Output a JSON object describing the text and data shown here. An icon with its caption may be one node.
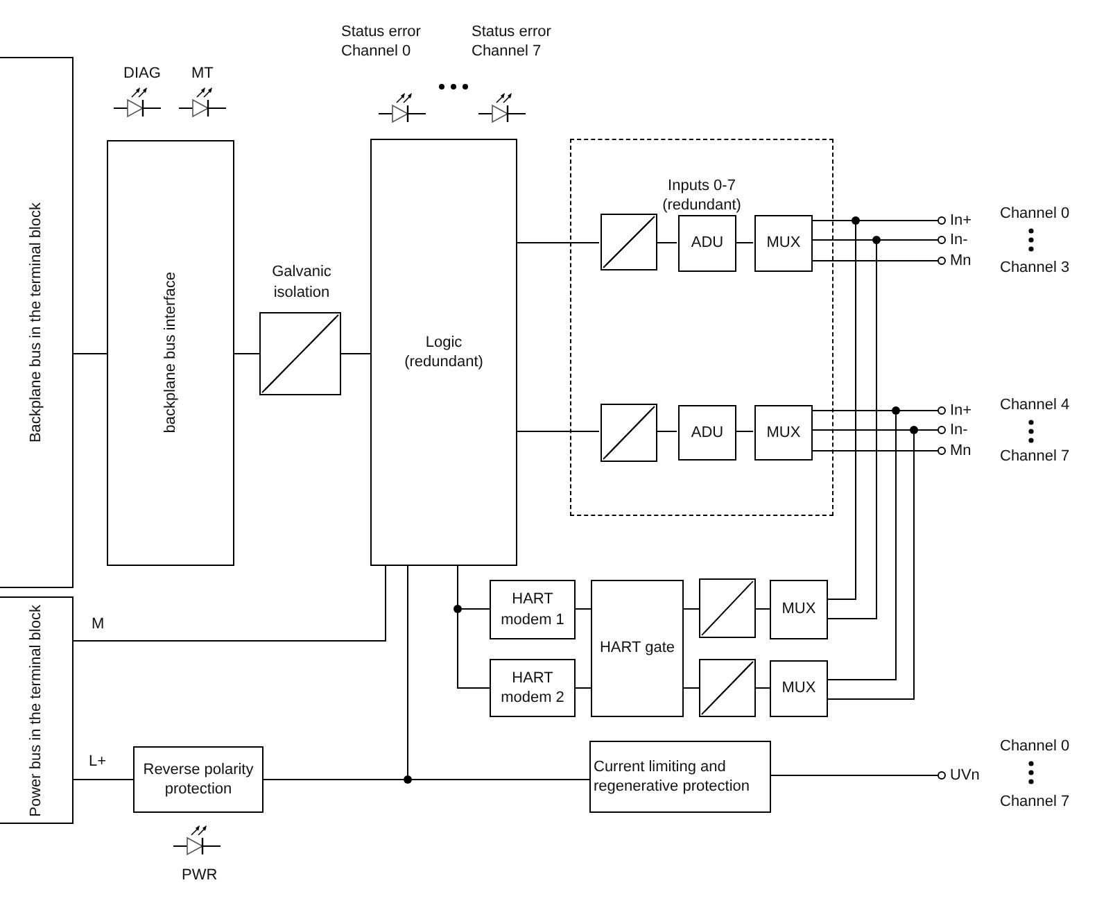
{
  "diagram": {
    "nodes": [
      {
        "text": [
          "Backplane bus in the terminal block"
        ]
      },
      {
        "text": [
          "backplane bus interface"
        ]
      },
      {
        "text": [
          "Galvanic isolation"
        ]
      },
      {
        "text": [
          "Logic (redundant)"
        ]
      },
      {
        "text": [
          "Inputs 0-7 (redundant)"
        ]
      },
      {
        "text": [],
        "shape": "box",
        "in": 4
      },
      {
        "text": [
          "ADU"
        ],
        "in": 4
      },
      {
        "text": [
          "MUX"
        ],
        "in": 4
      },
      {
        "text": [],
        "shape": "box",
        "in": 4
      },
      {
        "text": [
          "ADU"
        ],
        "in": 4
      },
      {
        "text": [
          "MUX"
        ],
        "in": 4
      },
      {
        "text": [
          "HART modem 1"
        ]
      },
      {
        "text": [
          "HART modem 2"
        ]
      },
      {
        "text": [
          "HART gate"
        ]
      },
      {
        "text": [],
        "shape": "box"
      },
      {
        "text": [],
        "shape": "box"
      },
      {
        "text": [
          "MUX"
        ]
      },
      {
        "text": [
          "MUX"
        ]
      },
      {
        "text": [
          "Power bus in the terminal block"
        ]
      },
      {
        "text": [
          "Reverse polarity protection"
        ]
      },
      {
        "text": [
          "Current limiting and regenerative protection"
        ]
      },
      {
        "text": [
          "In+"
        ]
      },
      {
        "text": [
          "In-"
        ]
      },
      {
        "text": [
          "Mn"
        ]
      },
      {
        "text": [
          "In+"
        ]
      },
      {
        "text": [
          "In-"
        ]
      },
      {
        "text": [
          "Mn"
        ]
      },
      {
        "text": [
          "UVn"
        ]
      }
    ],
    "edges": [
      {
        "from": 0,
        "to": 1,
        "arrow": "none"
      },
      {
        "from": 1,
        "to": 2,
        "arrow": "none"
      },
      {
        "from": 2,
        "to": 3,
        "arrow": "none"
      },
      {
        "from": 3,
        "to": 5,
        "arrow": "none"
      },
      {
        "from": 5,
        "to": 6,
        "arrow": "none"
      },
      {
        "from": 6,
        "to": 7,
        "arrow": "none"
      },
      {
        "from": 3,
        "to": 8,
        "arrow": "none"
      },
      {
        "from": 8,
        "to": 9,
        "arrow": "none"
      },
      {
        "from": 9,
        "to": 10,
        "arrow": "none"
      },
      {
        "from": 7,
        "to": 21,
        "arrow": "none"
      },
      {
        "from": 7,
        "to": 22,
        "arrow": "none"
      },
      {
        "from": 7,
        "to": 23,
        "arrow": "none"
      },
      {
        "from": 10,
        "to": 24,
        "arrow": "none"
      },
      {
        "from": 10,
        "to": 25,
        "arrow": "none"
      },
      {
        "from": 10,
        "to": 26,
        "arrow": "none"
      },
      {
        "from": 18,
        "to": 3,
        "arrow": "none",
        "label": "M"
      },
      {
        "from": 18,
        "to": 19,
        "arrow": "none",
        "label": "L+"
      },
      {
        "from": 3,
        "to": 11,
        "arrow": "none"
      },
      {
        "from": 3,
        "to": 12,
        "arrow": "none"
      },
      {
        "from": 11,
        "to": 13,
        "arrow": "none"
      },
      {
        "from": 12,
        "to": 13,
        "arrow": "none"
      },
      {
        "from": 13,
        "to": 14,
        "arrow": "none"
      },
      {
        "from": 13,
        "to": 15,
        "arrow": "none"
      },
      {
        "from": 14,
        "to": 16,
        "arrow": "none"
      },
      {
        "from": 15,
        "to": 17,
        "arrow": "none"
      },
      {
        "from": 16,
        "to": 21,
        "arrow": "none"
      },
      {
        "from": 16,
        "to": 22,
        "arrow": "none"
      },
      {
        "from": 17,
        "to": 24,
        "arrow": "none"
      },
      {
        "from": 17,
        "to": 25,
        "arrow": "none"
      },
      {
        "from": 19,
        "to": 20,
        "arrow": "none"
      },
      {
        "from": 19,
        "to": 3,
        "arrow": "none"
      },
      {
        "from": 20,
        "to": 27,
        "arrow": "none"
      }
    ],
    "labels": [
      "DIAG",
      "MT",
      "Status error Channel 0",
      "Status error Channel 7",
      "Channel 0",
      "Channel 3",
      "Channel 4",
      "Channel 7",
      "Channel 0",
      "Channel 7",
      "PWR"
    ]
  }
}
